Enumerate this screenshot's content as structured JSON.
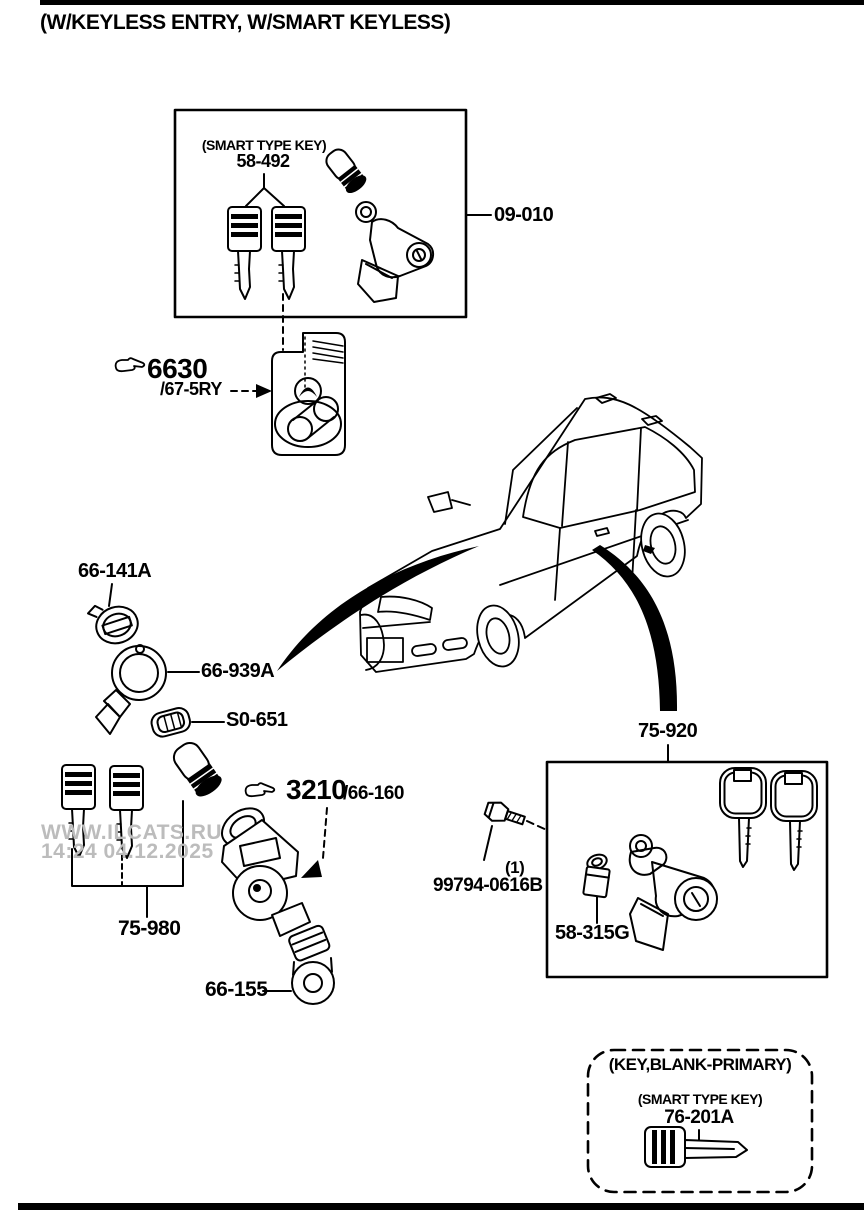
{
  "page": {
    "title": "(W/KEYLESS ENTRY, W/SMART KEYLESS)",
    "background": "#ffffff",
    "line_color": "#000000",
    "watermark": {
      "line1": "WWW.ILCATS.RU",
      "line2": "14:24 04.12.2025",
      "color": "#bcbcbc"
    }
  },
  "callouts": {
    "smart_type_key_top": "(SMART TYPE KEY)",
    "p58_492": "58-492",
    "p09_010": "09-010",
    "r6630_main": "6630",
    "r6630_sub": "/67-5RY",
    "p66_141A": "66-141A",
    "p66_939A": "66-939A",
    "pS0_651": "S0-651",
    "r3210_main": "3210",
    "r3210_sub": "/66-160",
    "p75_980": "75-980",
    "p66_155": "66-155",
    "p99794_qty": "(1)",
    "p99794": "99794-0616B",
    "p58_315G": "58-315G",
    "p75_920": "75-920",
    "key_blank_title": "(KEY,BLANK-PRIMARY)",
    "smart_type_key_bottom": "(SMART TYPE KEY)",
    "p76_201A": "76-201A"
  }
}
